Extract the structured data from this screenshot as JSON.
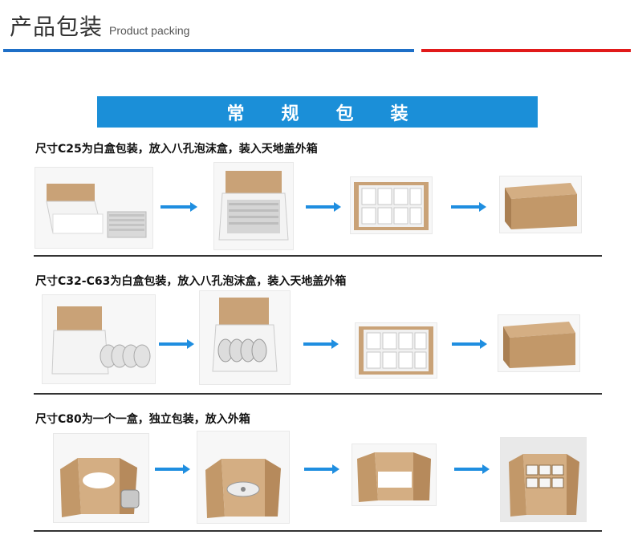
{
  "header": {
    "title_cn": "产品包装",
    "title_en": "Product packing"
  },
  "banner": {
    "text": "常规包装"
  },
  "rows": [
    {
      "title": "尺寸C25为白盒包装，放入八孔泡沫盒，装入天地盖外箱"
    },
    {
      "title": "尺寸C32-C63为白盒包装，放入八孔泡沫盒，装入天地盖外箱"
    },
    {
      "title": "尺寸C80为一个一盒，独立包装，放入外箱"
    }
  ],
  "colors": {
    "accent_blue": "#1b8fd8",
    "bar_blue": "#1e6fc7",
    "bar_red": "#e11a1a",
    "kraft": "#c9a277"
  }
}
